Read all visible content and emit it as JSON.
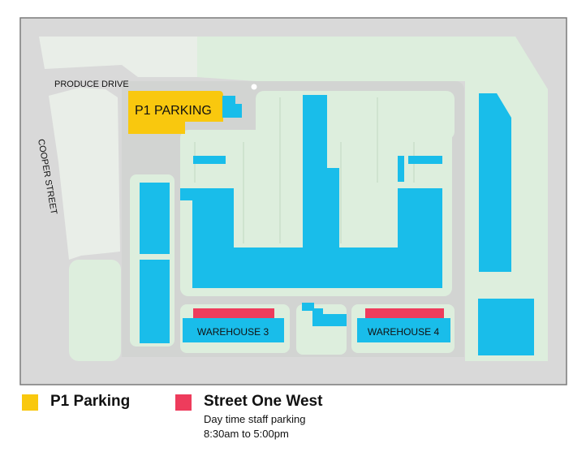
{
  "map": {
    "streets": {
      "produce_drive": "PRODUCE DRIVE",
      "cooper_street": "COOPER STREET"
    },
    "labels": {
      "p1_parking": "P1 PARKING",
      "warehouse_3": "WAREHOUSE 3",
      "warehouse_4": "WAREHOUSE 4"
    }
  },
  "legend": {
    "p1": {
      "label": "P1 Parking"
    },
    "street_one_west": {
      "label": "Street One West",
      "note_line1": "Day time staff parking",
      "note_line2": "8:30am to 5:00pm"
    }
  },
  "colors": {
    "background": "#d9d9d9",
    "land": "#ddeedd",
    "land_light": "#e9eee8",
    "roads": "#d2d4d2",
    "building": "#19bdea",
    "p1_parking": "#f9c80e",
    "street_one_west": "#ee3c5c",
    "border": "#7a7a7a"
  }
}
